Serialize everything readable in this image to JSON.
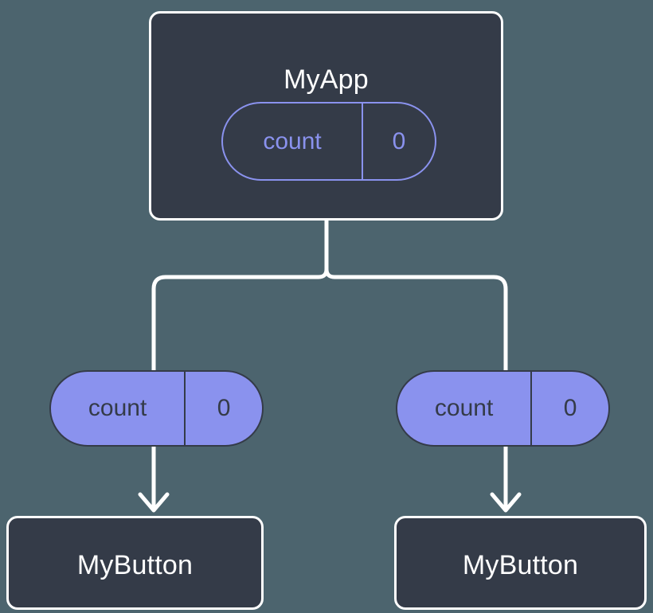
{
  "diagram": {
    "title_hidden": "",
    "background_color": "#4c646e",
    "node_fill_color": "#343b48",
    "node_stroke_color": "#ffffff",
    "accent_color": "#8a92ee",
    "connector_color": "#ffffff"
  },
  "root": {
    "label": "MyApp",
    "state_chip": {
      "key": "count",
      "value": "0",
      "style": "outline"
    }
  },
  "branches": [
    {
      "prop_chip": {
        "key": "count",
        "value": "0",
        "style": "filled"
      },
      "child": {
        "label": "MyButton"
      },
      "arrow": {
        "direction": "down",
        "name": "prop-flow-arrow"
      }
    },
    {
      "prop_chip": {
        "key": "count",
        "value": "0",
        "style": "filled"
      },
      "child": {
        "label": "MyButton"
      },
      "arrow": {
        "direction": "down",
        "name": "prop-flow-arrow"
      }
    }
  ]
}
